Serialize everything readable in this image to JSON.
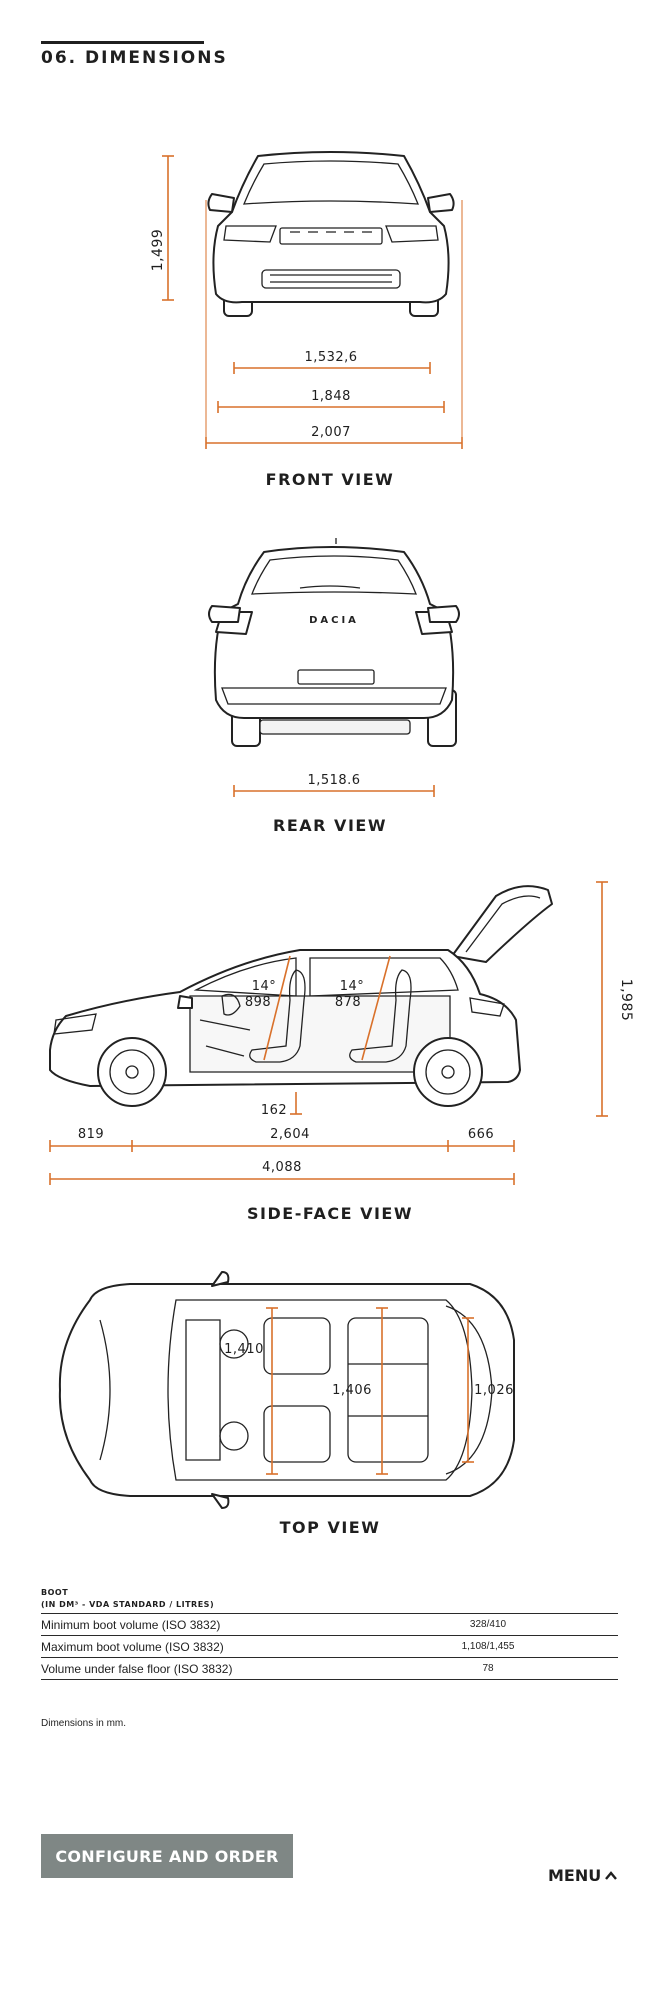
{
  "section": {
    "number": "06.",
    "title": "DIMENSIONS"
  },
  "views": {
    "front": {
      "title": "FRONT VIEW",
      "height": "1,499",
      "track": "1,532,6",
      "width": "1,848",
      "width_mirrors": "2,007"
    },
    "rear": {
      "title": "REAR VIEW",
      "badge": "DACIA",
      "track": "1,518.6"
    },
    "side": {
      "title": "SIDE-FACE VIEW",
      "front_angle": "14°",
      "front_seat": "898",
      "rear_angle": "14°",
      "rear_seat": "878",
      "height_open": "1,985",
      "clearance": "162",
      "front_overhang": "819",
      "wheelbase": "2,604",
      "rear_overhang": "666",
      "length": "4,088"
    },
    "top": {
      "title": "TOP VIEW",
      "front_width": "1,410",
      "rear_width": "1,406",
      "boot_width": "1,026"
    }
  },
  "boot": {
    "label": "BOOT",
    "sublabel": "(IN DM³ - VDA STANDARD / LITRES)",
    "rows": [
      {
        "label": "Minimum boot volume (ISO 3832)",
        "value": "328/410"
      },
      {
        "label": "Maximum boot volume (ISO 3832)",
        "value": "1,108/1,455"
      },
      {
        "label": "Volume under false floor (ISO 3832)",
        "value": "78"
      }
    ]
  },
  "footnote": "Dimensions in mm.",
  "cta": {
    "label": "CONFIGURE AND ORDER"
  },
  "menu": {
    "label": "MENU",
    "icon": "chevron-up-icon"
  },
  "colors": {
    "accent": "#d9712b",
    "cta_bg": "#7f8785",
    "text": "#1f1f1f"
  }
}
